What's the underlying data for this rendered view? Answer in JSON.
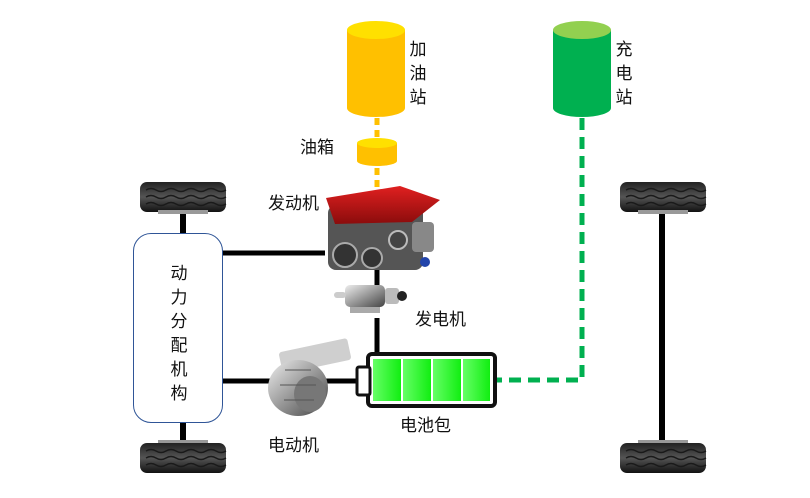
{
  "diagram": {
    "title": "串联/混联式插电混合动力系统示意",
    "nodes": {
      "gas_station": {
        "label": "加油站",
        "color": "#FFC000"
      },
      "charging_station": {
        "label": "充电站",
        "color": "#00B050"
      },
      "fuel_tank": {
        "label": "油箱",
        "color": "#FFC000"
      },
      "engine": {
        "label": "发动机"
      },
      "generator": {
        "label": "发电机"
      },
      "power_split": {
        "label": "动力分配机构"
      },
      "motor": {
        "label": "电动机"
      },
      "battery": {
        "label": "电池包",
        "cells": 4,
        "charge_fraction": 1.0,
        "color": "#33FF33"
      }
    },
    "connections": [
      {
        "from": "gas_station",
        "to": "fuel_tank",
        "style": "dashed",
        "color": "#FFC000"
      },
      {
        "from": "fuel_tank",
        "to": "engine",
        "style": "dashed",
        "color": "#FFC000"
      },
      {
        "from": "charging_station",
        "to": "battery",
        "style": "dashed",
        "color": "#00B050"
      },
      {
        "from": "engine",
        "to": "power_split",
        "style": "solid",
        "color": "#000000"
      },
      {
        "from": "engine",
        "to": "generator",
        "style": "solid",
        "color": "#000000"
      },
      {
        "from": "generator",
        "to": "battery",
        "style": "solid",
        "color": "#000000"
      },
      {
        "from": "battery",
        "to": "motor",
        "style": "solid",
        "color": "#000000"
      },
      {
        "from": "motor",
        "to": "power_split",
        "style": "solid",
        "color": "#000000"
      }
    ]
  }
}
